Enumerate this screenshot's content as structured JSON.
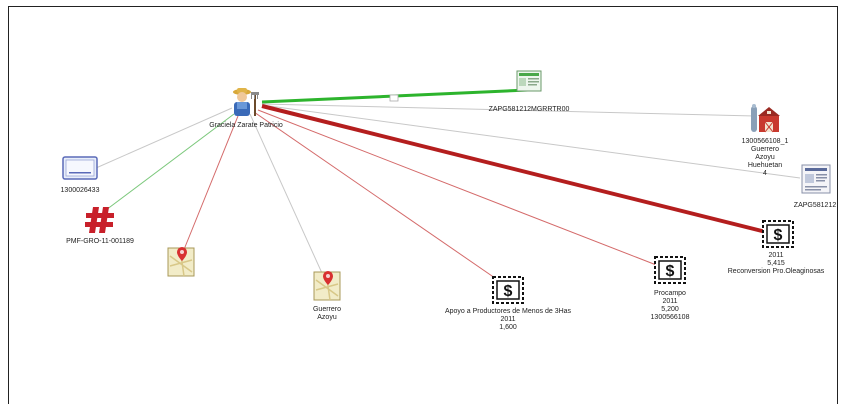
{
  "diagram": {
    "center_node": {
      "label": "Graciela Zarate Patricio",
      "icon": "farmer-person-icon"
    },
    "nodes": [
      {
        "id": "curp",
        "icon": "document-card-icon",
        "lines": [
          "ZAPG581212MGRRTR00"
        ]
      },
      {
        "id": "farm",
        "icon": "barn-icon",
        "lines": [
          "1300566108_1",
          "Guerrero",
          "Azoyu",
          "Huehuetan",
          "4"
        ]
      },
      {
        "id": "rfc",
        "icon": "id-document-icon",
        "lines": [
          "ZAPG581212"
        ]
      },
      {
        "id": "account",
        "icon": "folder-card-icon",
        "lines": [
          "1300026433"
        ]
      },
      {
        "id": "pmf",
        "icon": "hashtag-icon",
        "lines": [
          "PMF-GRO-11-001189"
        ]
      },
      {
        "id": "map1",
        "icon": "map-pin-icon",
        "lines": []
      },
      {
        "id": "map2",
        "icon": "map-pin-icon",
        "lines": [
          "Guerrero",
          "Azoyu"
        ]
      },
      {
        "id": "pay1",
        "icon": "dollar-bill-icon",
        "lines": [
          "Apoyo a Productores de Menos de 3Has",
          "2011",
          "1,600"
        ]
      },
      {
        "id": "pay2",
        "icon": "dollar-bill-icon",
        "lines": [
          "Procampo",
          "2011",
          "5,200",
          "1300566108"
        ]
      },
      {
        "id": "pay3",
        "icon": "dollar-bill-icon",
        "lines": [
          "2011",
          "5,415",
          "Reconversion Pro.Oleaginosas"
        ]
      }
    ],
    "edge_colors": {
      "green": "#2db42d",
      "light_green": "#7cc87c",
      "red": "#b41e1e",
      "light_red": "#d46a6a",
      "gray": "#c8c8c8"
    }
  }
}
